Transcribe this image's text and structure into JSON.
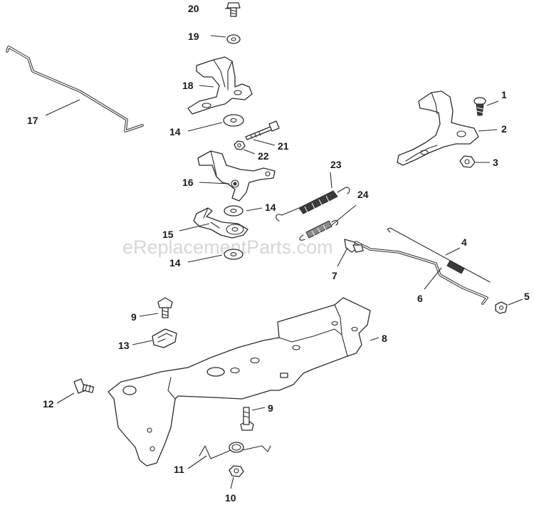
{
  "watermark": "eReplacementParts.com",
  "callouts": {
    "c1": "1",
    "c2": "2",
    "c3": "3",
    "c4": "4",
    "c5": "5",
    "c6": "6",
    "c7": "7",
    "c8": "8",
    "c9a": "9",
    "c9b": "9",
    "c10": "10",
    "c11": "11",
    "c12": "12",
    "c13": "13",
    "c14a": "14",
    "c14b": "14",
    "c14c": "14",
    "c15": "15",
    "c16": "16",
    "c17": "17",
    "c18": "18",
    "c19": "19",
    "c20": "20",
    "c21": "21",
    "c22": "22",
    "c23": "23",
    "c24": "24"
  }
}
